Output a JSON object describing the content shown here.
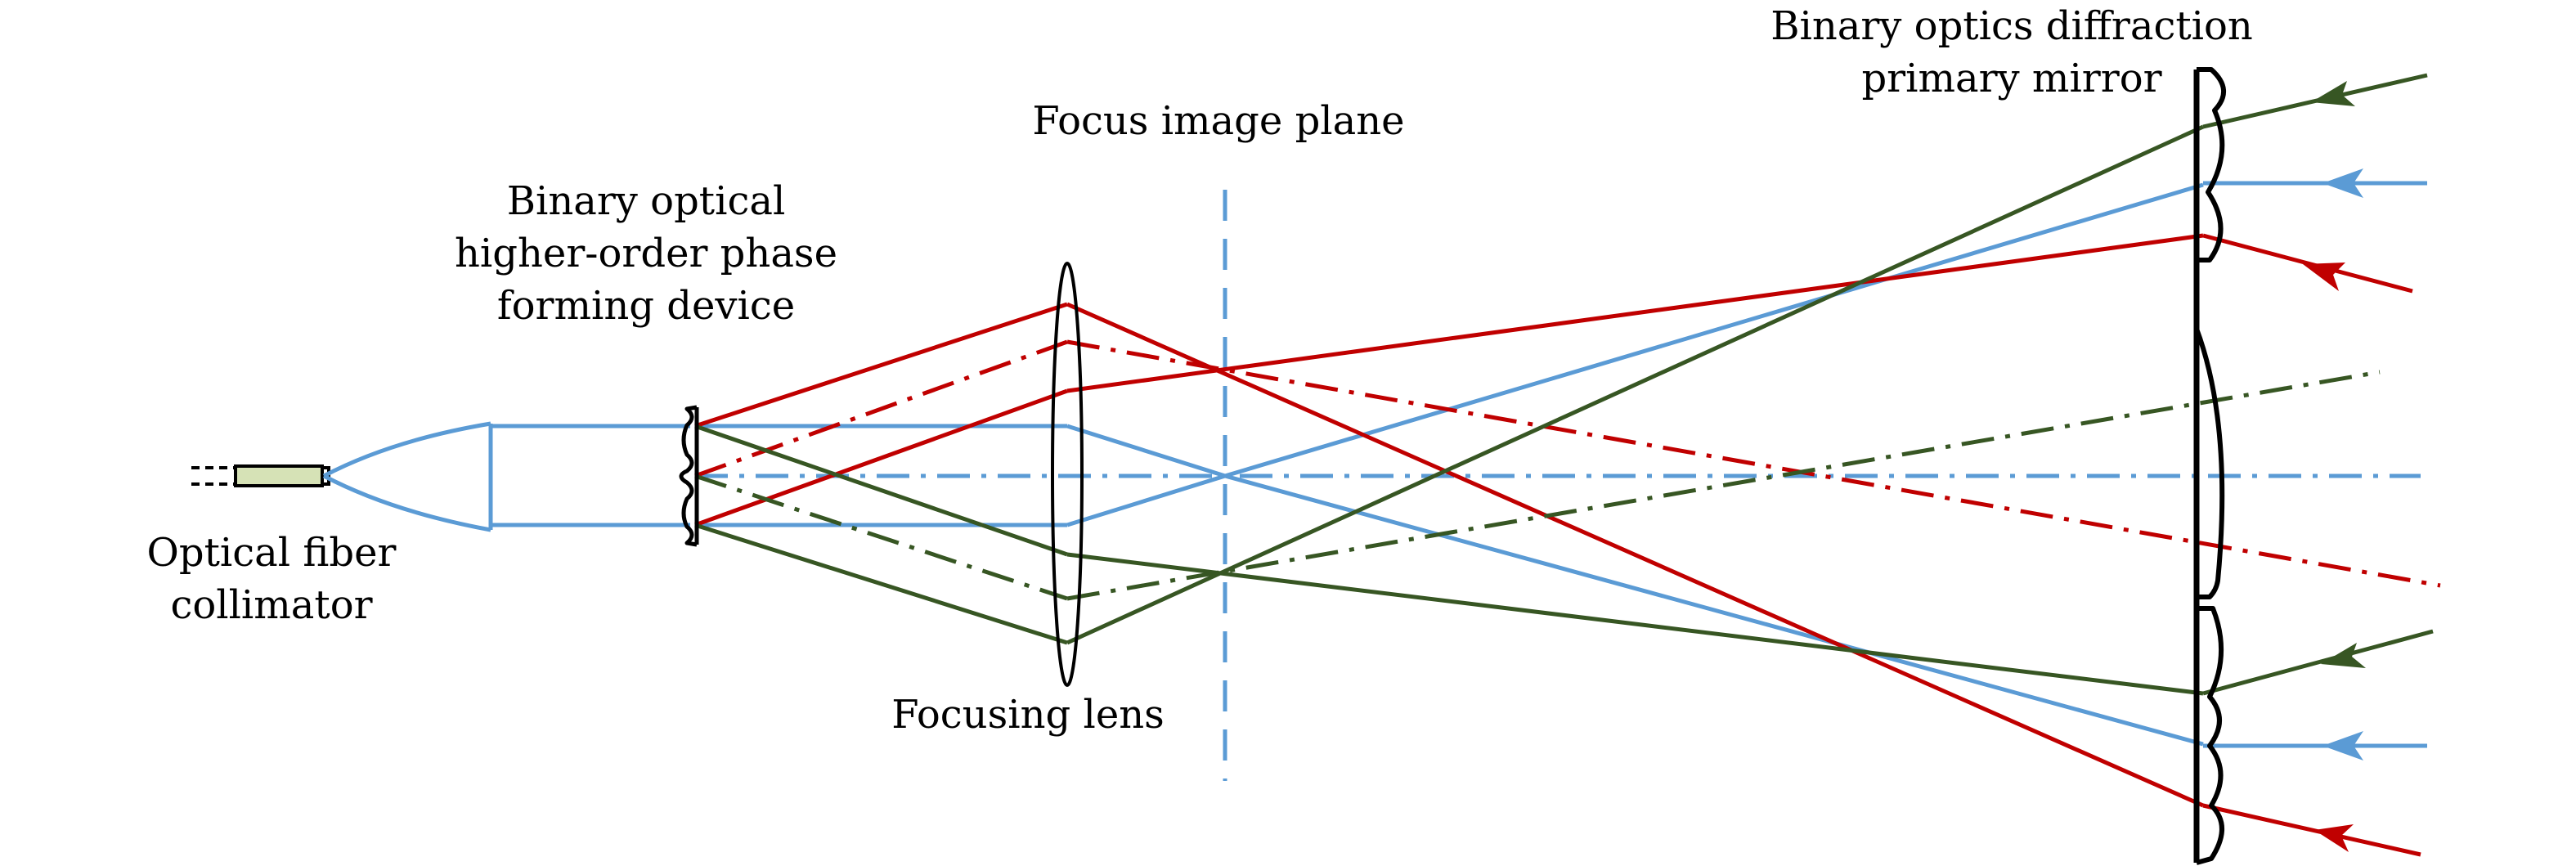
{
  "labels": {
    "fiber_line1": "Optical fiber",
    "fiber_line2": "collimator",
    "phase_line1": "Binary optical",
    "phase_line2": "higher-order phase",
    "phase_line3": "forming device",
    "focus_plane": "Focus image plane",
    "focusing_lens": "Focusing lens",
    "mirror_line1": "Binary optics diffraction",
    "mirror_line2": "primary mirror"
  },
  "colors": {
    "blue": "#5b9bd5",
    "red": "#c00000",
    "green": "#375623",
    "black": "#000000",
    "fiber_fill": "#d6e2b6"
  }
}
